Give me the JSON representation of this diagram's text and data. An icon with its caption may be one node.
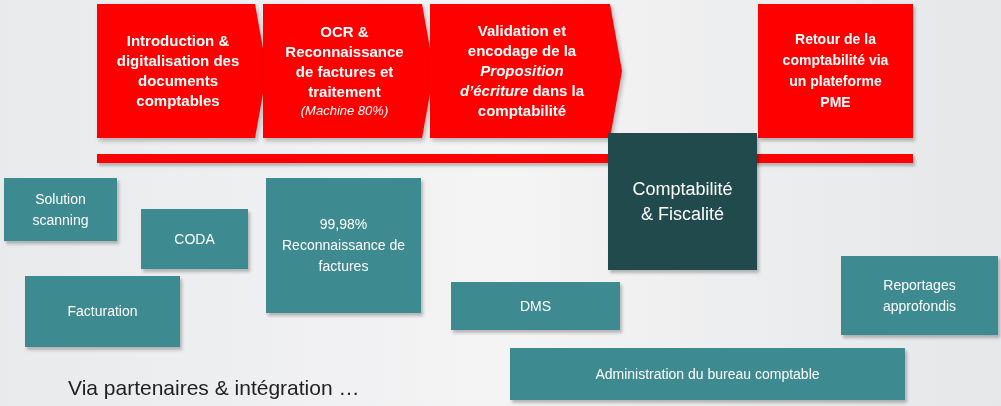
{
  "diagram": {
    "nodes": [
      {
        "text": [
          "Introduction & digitalisation des documents comptables"
        ]
      },
      {
        "text": [
          "OCR & Reconnaissance de factures et traitement",
          "(Machine 80%)"
        ]
      },
      {
        "text": [
          "Validation et encodage de la *Proposition d’écriture* dans la comptabilité"
        ]
      },
      {
        "text": [
          "Retour de la comptabilité  via un plateforme PME"
        ]
      },
      {
        "text": [
          "Comptabilité & Fiscalité"
        ]
      },
      {
        "text": [
          "Solution scanning"
        ]
      },
      {
        "text": [
          "CODA"
        ]
      },
      {
        "text": [
          "Facturation"
        ]
      },
      {
        "text": [
          "99,98% Reconnaissance de factures"
        ]
      },
      {
        "text": [
          "DMS"
        ]
      },
      {
        "text": [
          "Reportages approfondis"
        ]
      },
      {
        "text": [
          "Administration du bureau comptable"
        ]
      }
    ],
    "labels": [
      "Via partenaires & intégration …"
    ]
  }
}
